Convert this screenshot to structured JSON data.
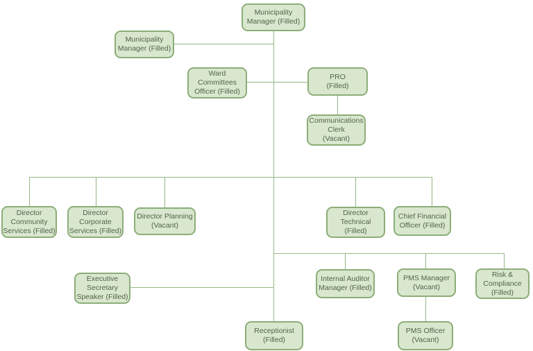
{
  "diagram": {
    "type": "org-chart",
    "background": "#ffffff"
  },
  "colors": {
    "background": "#ffffff",
    "node_fill": "#d9e7cf",
    "node_border": "#8cad79",
    "connector": "#94b682",
    "text": "#51644a"
  },
  "nodes": {
    "municipality_manager_top": {
      "label": "Municipality\nManager (Filled)"
    },
    "municipality_manager": {
      "label": "Municipality\nManager (Filled)"
    },
    "ward_committees_officer": {
      "label": "Ward\nCommittees\nOfficer (Filled)"
    },
    "pro": {
      "label": "PRO\n(Filled)"
    },
    "communications_clerk": {
      "label": "Communications\nClerk\n(Vacant)"
    },
    "director_community_services": {
      "label": "Director\nCommunity\nServices (Filled)"
    },
    "director_corporate_services": {
      "label": "Director\nCorporate\nServices (Filled)"
    },
    "director_planning": {
      "label": "Director Planning\n(Vacant)"
    },
    "director_technical": {
      "label": "Director\nTechnical\n(Filled)"
    },
    "chief_financial_officer": {
      "label": "Chief Financial\nOfficer (Filled)"
    },
    "executive_secretary_speaker": {
      "label": "Executive\nSecretary\nSpeaker (Filled)"
    },
    "internal_auditor_manager": {
      "label": "Internal Auditor\nManager (Filled)"
    },
    "pms_manager": {
      "label": "PMS Manager\n(Vacant)"
    },
    "risk_compliance": {
      "label": "Risk &\nCompliance\n(Filled)"
    },
    "receptionist": {
      "label": "Receptionist\n(Filled)"
    },
    "pms_officer": {
      "label": "PMS Officer\n(Vacant)"
    }
  },
  "edges": [
    [
      "municipality_manager_top",
      "municipality_manager"
    ],
    [
      "municipality_manager_top",
      "ward_committees_officer"
    ],
    [
      "municipality_manager_top",
      "pro"
    ],
    [
      "pro",
      "communications_clerk"
    ],
    [
      "municipality_manager_top",
      "director_community_services"
    ],
    [
      "municipality_manager_top",
      "director_corporate_services"
    ],
    [
      "municipality_manager_top",
      "director_planning"
    ],
    [
      "municipality_manager_top",
      "director_technical"
    ],
    [
      "municipality_manager_top",
      "chief_financial_officer"
    ],
    [
      "municipality_manager_top",
      "executive_secretary_speaker"
    ],
    [
      "municipality_manager_top",
      "internal_auditor_manager"
    ],
    [
      "municipality_manager_top",
      "pms_manager"
    ],
    [
      "municipality_manager_top",
      "risk_compliance"
    ],
    [
      "municipality_manager_top",
      "receptionist"
    ],
    [
      "pms_manager",
      "pms_officer"
    ]
  ]
}
